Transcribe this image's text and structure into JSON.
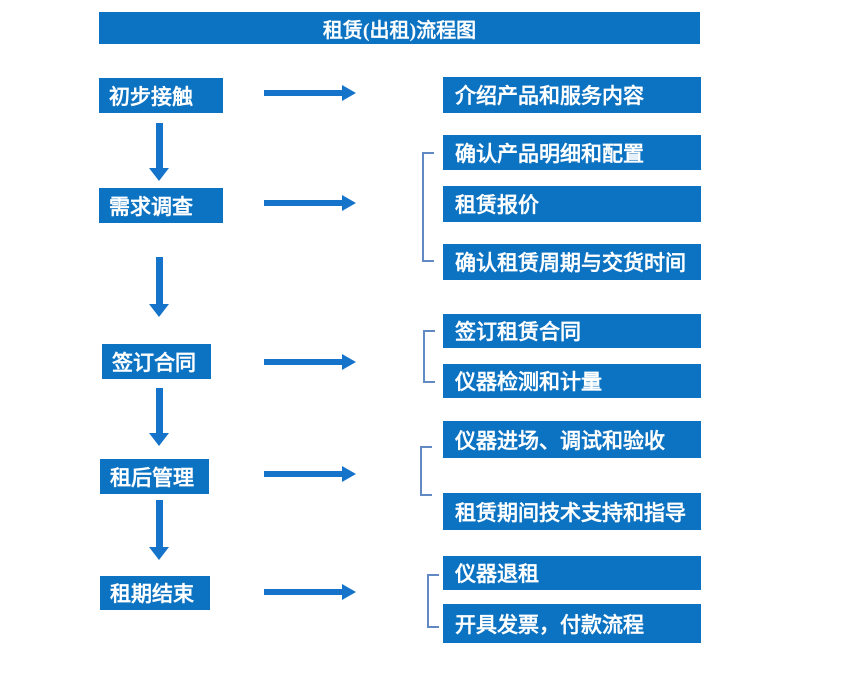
{
  "title": "租赁(出租)流程图",
  "colors": {
    "box_blue": "#0c72c2",
    "arrow_blue": "#1573ca",
    "bracket_blue": "#6189c4",
    "text": "#ffffff",
    "background": "#ffffff"
  },
  "flow": {
    "steps": [
      {
        "label": "初步接触",
        "details": [
          "介绍产品和服务内容"
        ]
      },
      {
        "label": "需求调查",
        "details": [
          "确认产品明细和配置",
          "租赁报价",
          "确认租赁周期与交货时间"
        ]
      },
      {
        "label": "签订合同",
        "details": [
          "签订租赁合同",
          "仪器检测和计量"
        ]
      },
      {
        "label": "租后管理",
        "details": [
          "仪器进场、调试和验收",
          "租赁期间技术支持和指导"
        ]
      },
      {
        "label": "租期结束",
        "details": [
          "仪器退租",
          "开具发票，付款流程"
        ]
      }
    ]
  }
}
